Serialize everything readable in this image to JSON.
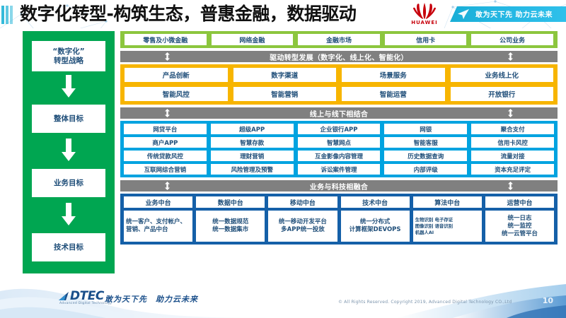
{
  "header": {
    "title": "数字化转型-构筑生态，普惠金融，数据驱动",
    "brand": "HUAWEI",
    "ribbon_text": "敢为天下先 助力云未来"
  },
  "left_column": {
    "items": [
      {
        "label": "“数字化”\n转型战略"
      },
      {
        "label": "整体目标"
      },
      {
        "label": "业务目标"
      },
      {
        "label": "技术目标"
      }
    ],
    "line1": "“数字化”",
    "line2": "转型战略",
    "item1": "整体目标",
    "item2": "业务目标",
    "item3": "技术目标"
  },
  "business_lines": {
    "cells": [
      "零售及小微金融",
      "网络金融",
      "金融市场",
      "信用卡",
      "公司业务"
    ],
    "c0": "零售及小微金融",
    "c1": "网络金融",
    "c2": "金融市场",
    "c3": "信用卡",
    "c4": "公司业务"
  },
  "bar_drive": {
    "label": "驱动转型发展（数字化、线上化、智能化）"
  },
  "drive": {
    "row1": [
      "产品创新",
      "数字渠道",
      "场景服务",
      "业务线上化"
    ],
    "row2": [
      "智能风控",
      "智能营销",
      "智能运营",
      "开放银行"
    ],
    "r1c0": "产品创新",
    "r1c1": "数字渠道",
    "r1c2": "场景服务",
    "r1c3": "业务线上化",
    "r2c0": "智能风控",
    "r2c1": "智能营销",
    "r2c2": "智能运营",
    "r2c3": "开放银行"
  },
  "bar_online": {
    "label": "线上与线下相结合"
  },
  "online": {
    "rows": [
      [
        "网贷平台",
        "超级APP",
        "企业银行APP",
        "网银",
        "聚合支付"
      ],
      [
        "商户APP",
        "智慧存款",
        "智慧网点",
        "智能客服",
        "信用卡风控"
      ],
      [
        "传统贷款风控",
        "理财营销",
        "互金影像内容管理",
        "历史数据查询",
        "流量对接"
      ],
      [
        "互联网综合营销",
        "风险管理及预警",
        "诉讼案件管理",
        "内部评级",
        "资本充足评定"
      ]
    ],
    "r1c0": "网贷平台",
    "r1c1": "超级APP",
    "r1c2": "企业银行APP",
    "r1c3": "网银",
    "r1c4": "聚合支付",
    "r2c0": "商户APP",
    "r2c1": "智慧存款",
    "r2c2": "智慧网点",
    "r2c3": "智能客服",
    "r2c4": "信用卡风控",
    "r3c0": "传统贷款风控",
    "r3c1": "理财营销",
    "r3c2": "互金影像内容管理",
    "r3c3": "历史数据查询",
    "r3c4": "流量对接",
    "r4c0": "互联网综合营销",
    "r4c1": "风险管理及预警",
    "r4c2": "诉讼案件管理",
    "r4c3": "内部评级",
    "r4c4": "资本充足评定"
  },
  "bar_fusion": {
    "label": "业务与科技相融合"
  },
  "platforms": {
    "headers": [
      "业务中台",
      "数据中台",
      "移动中台",
      "技术中台",
      "算法中台",
      "运营中台"
    ],
    "h0": "业务中台",
    "h1": "数据中台",
    "h2": "移动中台",
    "h3": "技术中台",
    "h4": "算法中台",
    "h5": "运营中台",
    "b0": "统一客户、支付帐户、营销、产品中台",
    "b1_l1": "统一数据规范",
    "b1_l2": "统一数据集市",
    "b2_l1": "统一移动开发平台",
    "b2_l2": "多APP统一投放",
    "b3_l1": "统一分布式",
    "b3_l2": "计算框架DEVOPS",
    "b4_l1": "生物识别 电子存证",
    "b4_l2": "图像识别 语音识别",
    "b4_l3": "机器人AI",
    "b5_l1": "统一日志",
    "b5_l2": "统一监控",
    "b5_l3": "统一云管平台"
  },
  "footer": {
    "logo_name": "DTEC",
    "logo_sub": "Advanced Digital Technology",
    "tagline": "敢为天下先　助力云未来",
    "copyright": "© All Rights Reserved. Copyright 2019, Advanced Digital Technology CO.,Ltd",
    "page_number": "10"
  },
  "colors": {
    "green": "#00a651",
    "light_green": "#8cc63e",
    "orange": "#f7b500",
    "blue": "#00a3e0",
    "dark_blue": "#1560a8",
    "gray": "#808080",
    "huawei_red": "#c7000b",
    "text_blue": "#1f4e79"
  }
}
